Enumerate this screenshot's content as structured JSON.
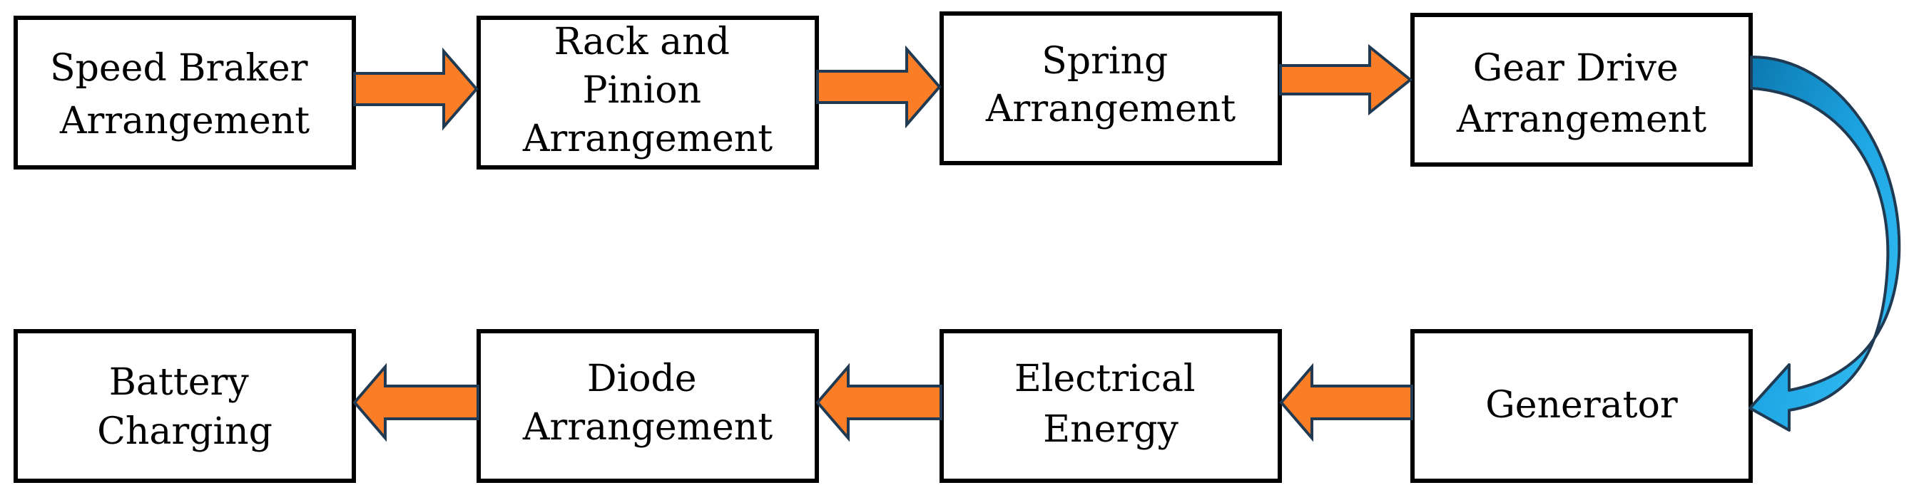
{
  "colors": {
    "arrow_fill": "#fb7d25",
    "arrow_stroke": "#1f3a52",
    "curve_arrow_fill": "#1ea7e4",
    "curve_arrow_fill_dark": "#0c78b0",
    "box_stroke": "#000000"
  },
  "nodes": [
    {
      "id": "speed-braker",
      "lines": [
        "Speed Braker",
        "Arrangement"
      ]
    },
    {
      "id": "rack-pinion",
      "lines": [
        "Rack and",
        "Pinion",
        "Arrangement"
      ]
    },
    {
      "id": "spring",
      "lines": [
        "Spring",
        "Arrangement"
      ]
    },
    {
      "id": "gear-drive",
      "lines": [
        "Gear Drive",
        "Arrangement"
      ]
    },
    {
      "id": "generator",
      "lines": [
        "Generator"
      ]
    },
    {
      "id": "electrical-energy",
      "lines": [
        "Electrical",
        "Energy"
      ]
    },
    {
      "id": "diode",
      "lines": [
        "Diode",
        "Arrangement"
      ]
    },
    {
      "id": "battery-charging",
      "lines": [
        "Battery",
        "Charging"
      ]
    }
  ],
  "edges": [
    {
      "from": "speed-braker",
      "to": "rack-pinion"
    },
    {
      "from": "rack-pinion",
      "to": "spring"
    },
    {
      "from": "spring",
      "to": "gear-drive"
    },
    {
      "from": "gear-drive",
      "to": "generator"
    },
    {
      "from": "generator",
      "to": "electrical-energy"
    },
    {
      "from": "electrical-energy",
      "to": "diode"
    },
    {
      "from": "diode",
      "to": "battery-charging"
    }
  ]
}
